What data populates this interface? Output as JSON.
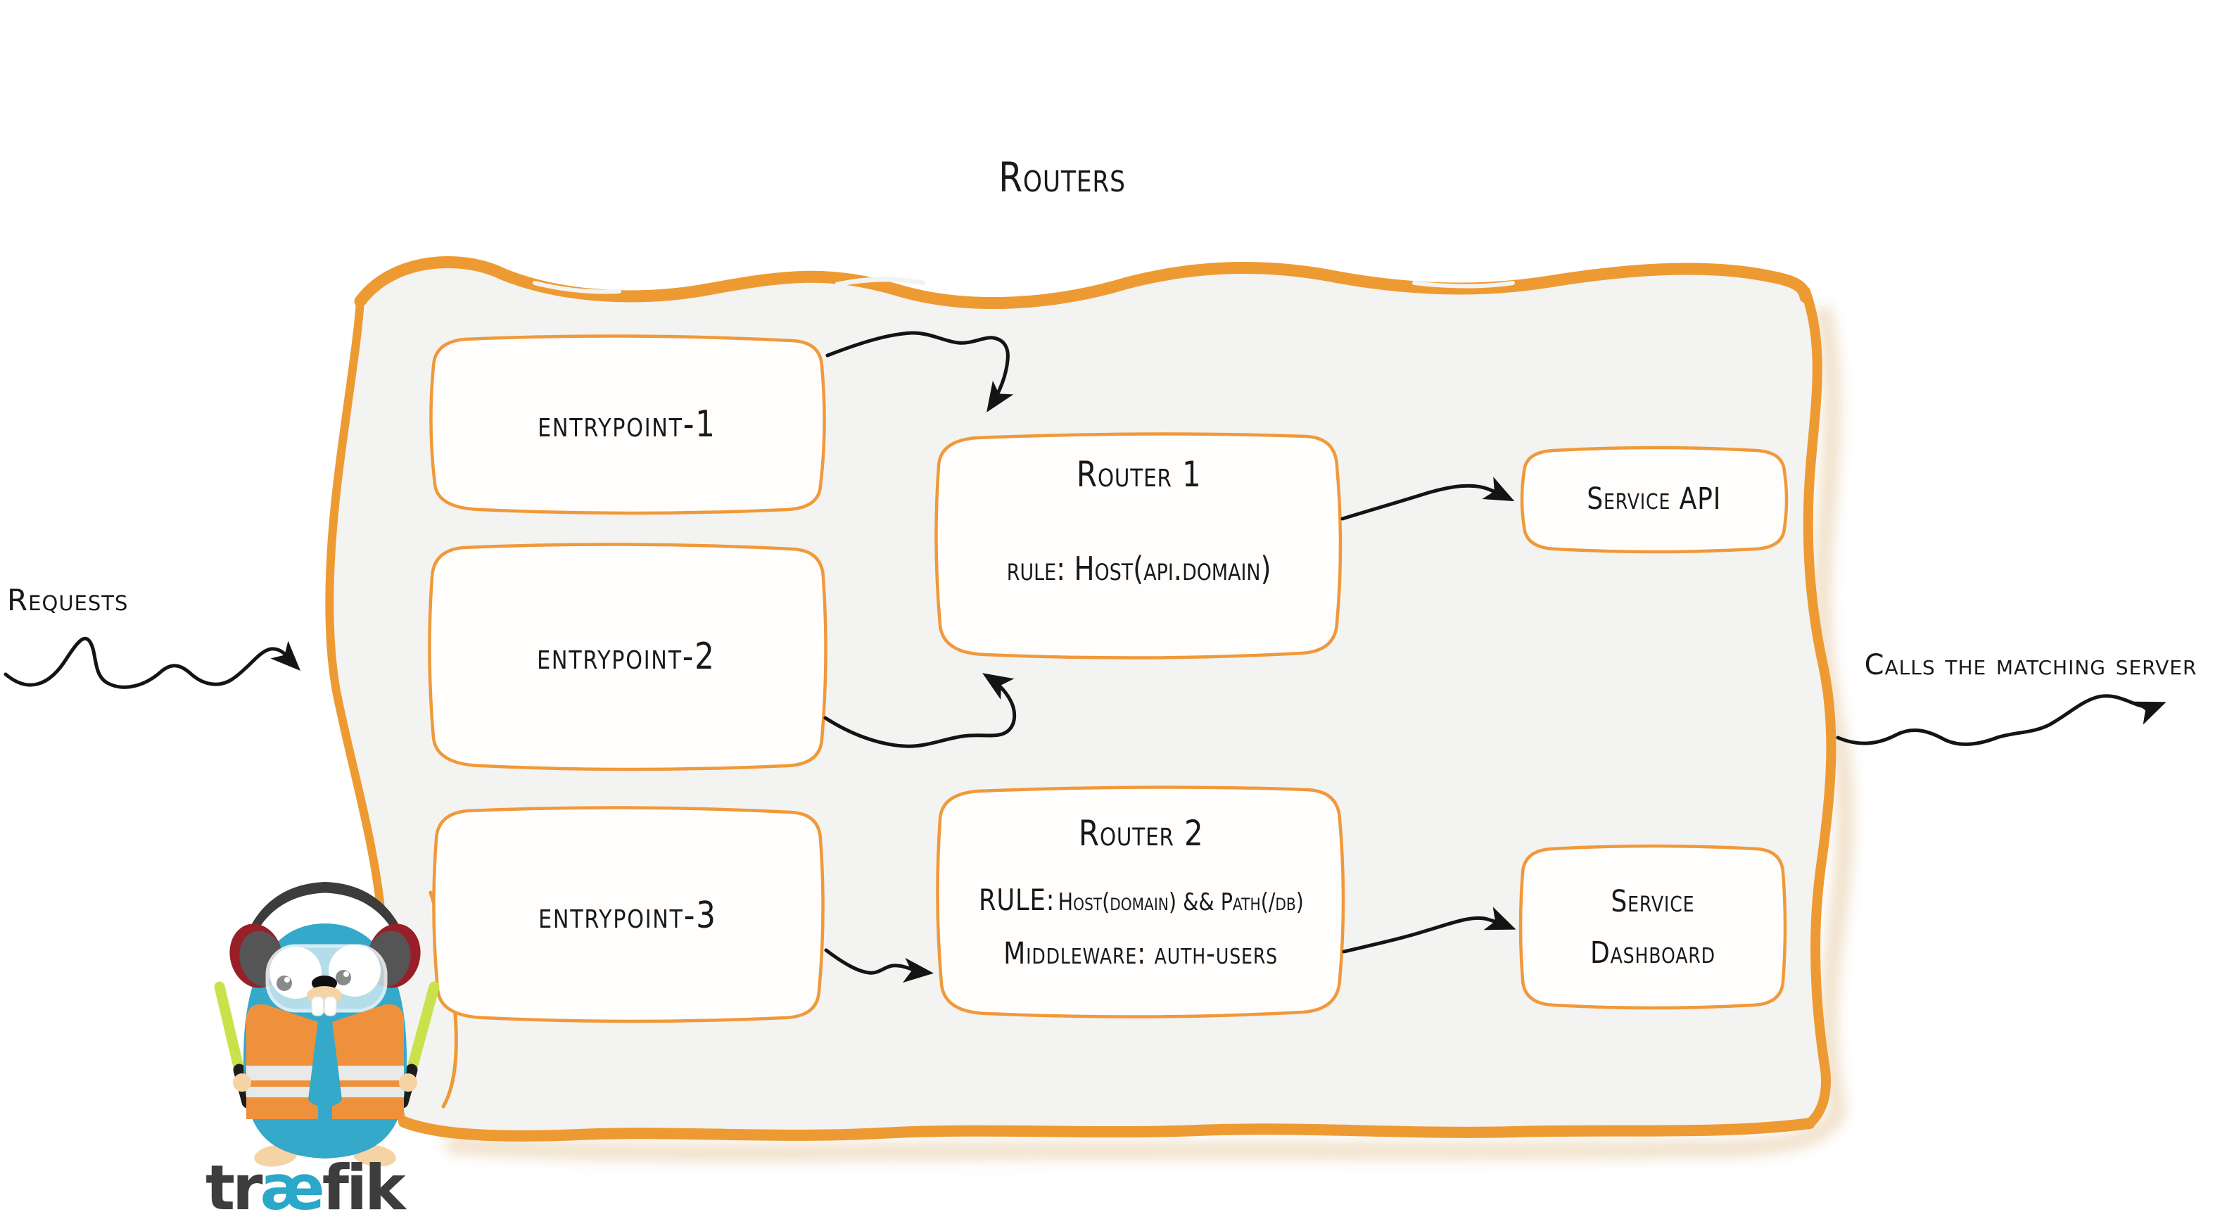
{
  "title": "Routers",
  "side_labels": {
    "requests": "Requests",
    "calls": "Calls the matching server"
  },
  "entrypoints": [
    {
      "label": "entrypoint-1"
    },
    {
      "label": "entrypoint-2"
    },
    {
      "label": "entrypoint-3"
    }
  ],
  "routers": [
    {
      "title": "Router 1",
      "rule_label": "rule:",
      "rule_value": "Host(api.domain)"
    },
    {
      "title": "Router 2",
      "rule_label": "RULE:",
      "rule_value": "Host(domain) && Path(/db)",
      "middleware_label": "Middleware:",
      "middleware_value": "auth-users"
    }
  ],
  "services": [
    {
      "label": "Service API"
    },
    {
      "label_line1": "Service",
      "label_line2": "Dashboard"
    }
  ],
  "logo": {
    "wordmark_pre": "tr",
    "wordmark_ae": "æ",
    "wordmark_post": "fik"
  },
  "colors": {
    "frame_orange": "#ee9a33",
    "box_border_orange": "#f0993b",
    "ink_black": "#161616",
    "frame_interior_gray": "#f3f3f1",
    "mascot_teal": "#35a9c9",
    "vest_orange": "#ef913c",
    "wand_green": "#c9e24c",
    "headphone_gray": "#555555",
    "headphone_red": "#981f27",
    "wordmark_dark": "#3d3d3d",
    "wordmark_ae_teal": "#2ba7c9"
  }
}
